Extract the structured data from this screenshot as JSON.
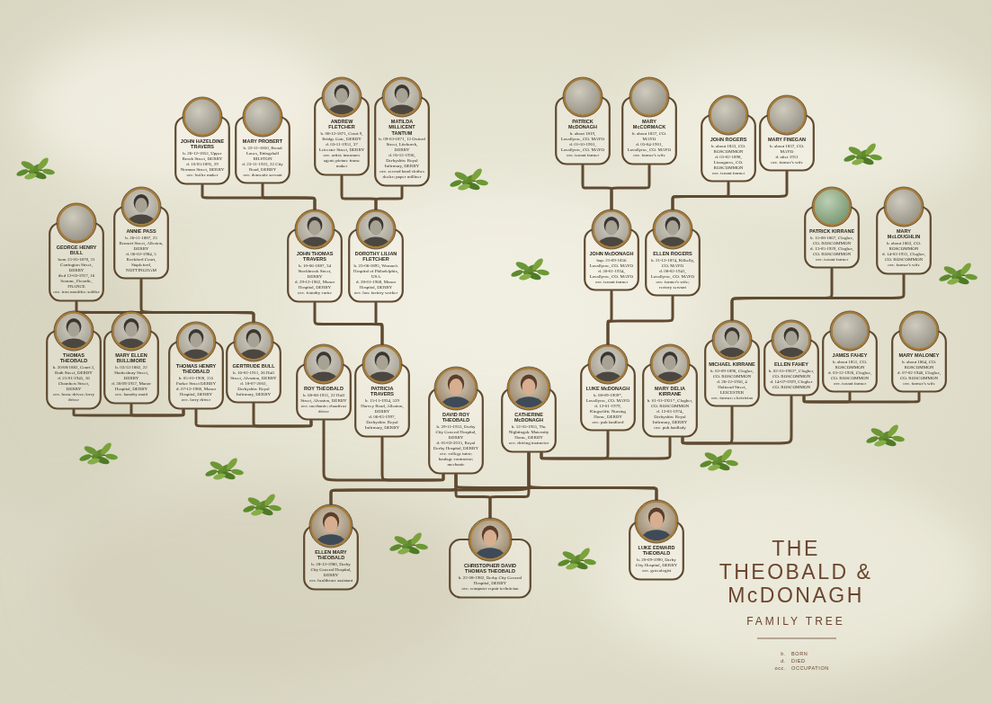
{
  "diagram": {
    "title": "THE THEOBALD & McDONAGH",
    "nodes": [
      {
        "text": [
          "JOHN HAZELDINE TRAVERS",
          "b. 26-12-1852, Upper Brook Street, DERBY",
          "d. 10/05/1895, 29 Norman Street, DERBY",
          "occ. boiler maker"
        ]
      },
      {
        "text": [
          "MARY PROBERT",
          "b. 22-11-1850, Broad Lanes, Ettingshall BILSTON",
          "d. 23-11-1923, 22 City Road, DERBY",
          "occ. domestic servant"
        ]
      },
      {
        "text": [
          "ANDREW FLETCHER",
          "b. 08-12-1871, Court 9, Bridge Gate, DERBY",
          "d. 03-11-1951, 37 Leicester Street, DERBY",
          "occ. artist; insurance agent; picture frame maker"
        ]
      },
      {
        "text": [
          "MATILDA MILLICENT TANTUM",
          "b. 09-03-1871, 12 Oxford Street, Litchurch, DERBY",
          "d. 05-12-1936, Derbyshire Royal Infirmary, DERBY",
          "occ. second hand clothes dealer; paper milliner"
        ]
      },
      {
        "text": [
          "PATRICK McDONAGH",
          "b. about 1819, Lavallyroe, CO. MAYO",
          "d. 01-10-1901, Lavallyroe, CO. MAYO",
          "occ. tenant farmer"
        ]
      },
      {
        "text": [
          "MARY McCORMACK",
          "b. about 1837, CO. MAYO",
          "d. 05-04-1901, Lavallyroe, CO. MAYO",
          "occ. farmer's wife"
        ]
      },
      {
        "text": [
          "JOHN ROGERS",
          "b. about 1833, CO. ROSCOMMON",
          "d. 01-02-1898, Lissaguroe, CO. ROSCOMMON",
          "occ. tenant farmer"
        ]
      },
      {
        "text": [
          "MARY FINEGAN",
          "b. about 1837, CO. MAYO",
          "d. after 1911",
          "occ. farmer's wife"
        ]
      },
      {
        "text": [
          "GEORGE HENRY BULL",
          "born 13-05-1878, 31 Carrington Street, DERBY",
          "died 12-02-1917, 16 Somme, Picardie, FRANCE",
          "occ. iron moulder; soldier"
        ]
      },
      {
        "text": [
          "ANNIE PASS",
          "b. 26-11-1887, 23 Bennett Street, Alleston, DERBY",
          "d. 06-02-1984, 5 Rockford Court, Stapleford, NOTTINGHAM"
        ]
      },
      {
        "text": [
          "JOHN THOMAS TRAVERS",
          "b. 10-06-1887, 34 Stockbrook Street, DERBY",
          "d. 29-12-1962, Manor Hospital, DERBY",
          "occ. foundry carter"
        ]
      },
      {
        "text": [
          "DOROTHY LILIAN FLETCHER",
          "b. 23-06-1895, Woman's Hospital of Philadelphia, USA",
          "d. 28-01-1968, Manor Hospital, DERBY",
          "occ. lace factory worker"
        ]
      },
      {
        "text": [
          "JOHN McDONAGH",
          "bap. 21-09-1856 Lavallyroe, CO. MAYO",
          "d. 30-01-1934, Lavallyroe, CO. MAYO",
          "occ. tenant farmer"
        ]
      },
      {
        "text": [
          "ELLEN ROGERS",
          "b. 21-12-1874, Kilkelly, CO. MAYO",
          "d. 08-02-1941, Lavallyroe, CO. MAYO",
          "occ. farmer's wife; rectory servant"
        ]
      },
      {
        "text": [
          "PATRICK KIRRANE",
          "b. 15-08-1867, Clogher, CO. ROSCOMMON",
          "d. 13-05-1929, Clogher, CO. ROSCOMMON",
          "occ. tenant farmer"
        ]
      },
      {
        "text": [
          "MARY McLOUGHLIN",
          "b. about 1863, CO. ROSCOMMON",
          "d. 14-03-1931, Clogher, CO. ROSCOMMON",
          "occ. farmer's wife"
        ]
      },
      {
        "text": [
          "THOMAS THEOBALD",
          "b. 30/08/1882, Court 3, Bath Street, DERBY",
          "d. 21/01/1945, 16 Chambers Street, DERBY",
          "occ. horse driver; lorry driver"
        ]
      },
      {
        "text": [
          "MARY ELLEN BULLIMORE",
          "b. 03/12/1882, 22 Shaftesbury Street, DERBY",
          "d. 30/09/1957, Manor Hospital, DERBY",
          "occ. laundry maid"
        ]
      },
      {
        "text": [
          "THOMAS HENRY THEOBALD",
          "b. 05-01-1908, 155 Parker Street DERBY",
          "d. 07-12-1980, Manor Hospital, DERBY",
          "occ. lorry driver"
        ]
      },
      {
        "text": [
          "GERTRUDE BULL",
          "b. 16-02-1911, 26 Hull Street, Alvaston, DERBY",
          "d. 18-07-2002, Derbyshire Royal Infirmary, DERBY"
        ]
      },
      {
        "text": [
          "ROY THEOBALD",
          "b. 08-08-1931, 22 Hull Street, Alvaston, DERBY",
          "occ. mechanic; chauffeur driver"
        ]
      },
      {
        "text": [
          "PATRICIA TRAVERS",
          "b. 15-11-1934, 529 Harvey Road, Allenton, DERBY",
          "d. 06-03-1997, Derbyshire Royal Infirmary, DERBY"
        ]
      },
      {
        "text": [
          "DAVID ROY THEOBALD",
          "b. 29-11-1953, Derby City General Hospital, DERBY",
          "d. 05-02-2015, Royal Derby Hospital, DERBY",
          "occ. college tutor; haulage contractor; mechanic"
        ]
      },
      {
        "text": [
          "CATHERINE McDONAGH",
          "b. 12-05-1955, The Nightingale Maternity Home, DERBY",
          "occ. driving instructor"
        ]
      },
      {
        "text": [
          "LUKE McDONAGH",
          "b. 08-09-1909*, Lavallyroe, CO. MAYO",
          "d. 12-01-1979, Kingscliffe Nursing Home, DERBY",
          "occ. pub landlord"
        ]
      },
      {
        "text": [
          "MARY DELIA KIRRANE",
          "b. 01-01-1921*, Clogher, CO. ROSCOMMON",
          "d. 12-03-1974, Derbyshire Royal Infirmary, DERBY",
          "occ. pub landlady"
        ]
      },
      {
        "text": [
          "MICHAEL KIRRANE",
          "b. 02-09-1896, Clogher, CO. ROSCOMMON",
          "d. 26-12-1956, 4 Halstead Street, LEICESTER",
          "occ. farmer; electrician"
        ]
      },
      {
        "text": [
          "ELLEN FAHEY",
          "b. 02-01-1903*, Clogher, CO. ROSCOMMON",
          "d. 14-07-1929, Clogher CO. ROSCOMMON"
        ]
      },
      {
        "text": [
          "JAMES FAHEY",
          "b. about 1851, CO. ROSCOMMON",
          "d. 03-12-1926, Clogher, CO. ROSCOMMON",
          "occ. tenant farmer"
        ]
      },
      {
        "text": [
          "MARY MALONEY",
          "b. about 1864, CO. ROSCOMMON",
          "d. 07-02-1946, Clogher, CO. ROSCOMMON",
          "occ. farmer's wife"
        ]
      },
      {
        "text": [
          "ELLEN MARY THEOBALD",
          "b. 28-12-1980, Derby City General Hospital, DERBY",
          "occ. healthcare assistant"
        ]
      },
      {
        "text": [
          "CHRISTOPHER DAVID THOMAS THEOBALD",
          "b. 22-08-1982, Derby City General Hospital, DERBY",
          "occ. computer repair technician"
        ]
      },
      {
        "text": [
          "LUKE EDWARD THEOBALD",
          "b. 20-09-1990, Derby City Hospital, DERBY",
          "occ. genealogist"
        ]
      }
    ],
    "edges": [
      {
        "from": 0,
        "to": 10,
        "arrow": "none"
      },
      {
        "from": 1,
        "to": 10,
        "arrow": "none"
      },
      {
        "from": 2,
        "to": 11,
        "arrow": "none"
      },
      {
        "from": 3,
        "to": 11,
        "arrow": "none"
      },
      {
        "from": 4,
        "to": 12,
        "arrow": "none"
      },
      {
        "from": 5,
        "to": 12,
        "arrow": "none"
      },
      {
        "from": 6,
        "to": 13,
        "arrow": "none"
      },
      {
        "from": 7,
        "to": 13,
        "arrow": "none"
      },
      {
        "from": 8,
        "to": 19,
        "arrow": "none"
      },
      {
        "from": 9,
        "to": 19,
        "arrow": "none"
      },
      {
        "from": 10,
        "to": 21,
        "arrow": "none"
      },
      {
        "from": 11,
        "to": 21,
        "arrow": "none"
      },
      {
        "from": 12,
        "to": 24,
        "arrow": "none"
      },
      {
        "from": 13,
        "to": 24,
        "arrow": "none"
      },
      {
        "from": 14,
        "to": 26,
        "arrow": "none"
      },
      {
        "from": 15,
        "to": 26,
        "arrow": "none"
      },
      {
        "from": 16,
        "to": 18,
        "arrow": "none"
      },
      {
        "from": 17,
        "to": 18,
        "arrow": "none"
      },
      {
        "from": 18,
        "to": 20,
        "arrow": "none"
      },
      {
        "from": 19,
        "to": 20,
        "arrow": "none"
      },
      {
        "from": 20,
        "to": 22,
        "arrow": "none"
      },
      {
        "from": 21,
        "to": 22,
        "arrow": "none"
      },
      {
        "from": 24,
        "to": 23,
        "arrow": "none"
      },
      {
        "from": 25,
        "to": 23,
        "arrow": "none"
      },
      {
        "from": 26,
        "to": 25,
        "arrow": "none"
      },
      {
        "from": 27,
        "to": 25,
        "arrow": "none"
      },
      {
        "from": 28,
        "to": 27,
        "arrow": "none"
      },
      {
        "from": 29,
        "to": 27,
        "arrow": "none"
      },
      {
        "from": 22,
        "to": 30,
        "arrow": "none"
      },
      {
        "from": 23,
        "to": 30,
        "arrow": "none"
      },
      {
        "from": 22,
        "to": 31,
        "arrow": "none"
      },
      {
        "from": 23,
        "to": 31,
        "arrow": "none"
      },
      {
        "from": 22,
        "to": 32,
        "arrow": "none"
      },
      {
        "from": 23,
        "to": 32,
        "arrow": "none"
      }
    ],
    "labels": [
      "FAMILY TREE",
      "b.",
      "BORN",
      "d.",
      "DIED",
      "occ.",
      "OCCUPATION"
    ]
  }
}
